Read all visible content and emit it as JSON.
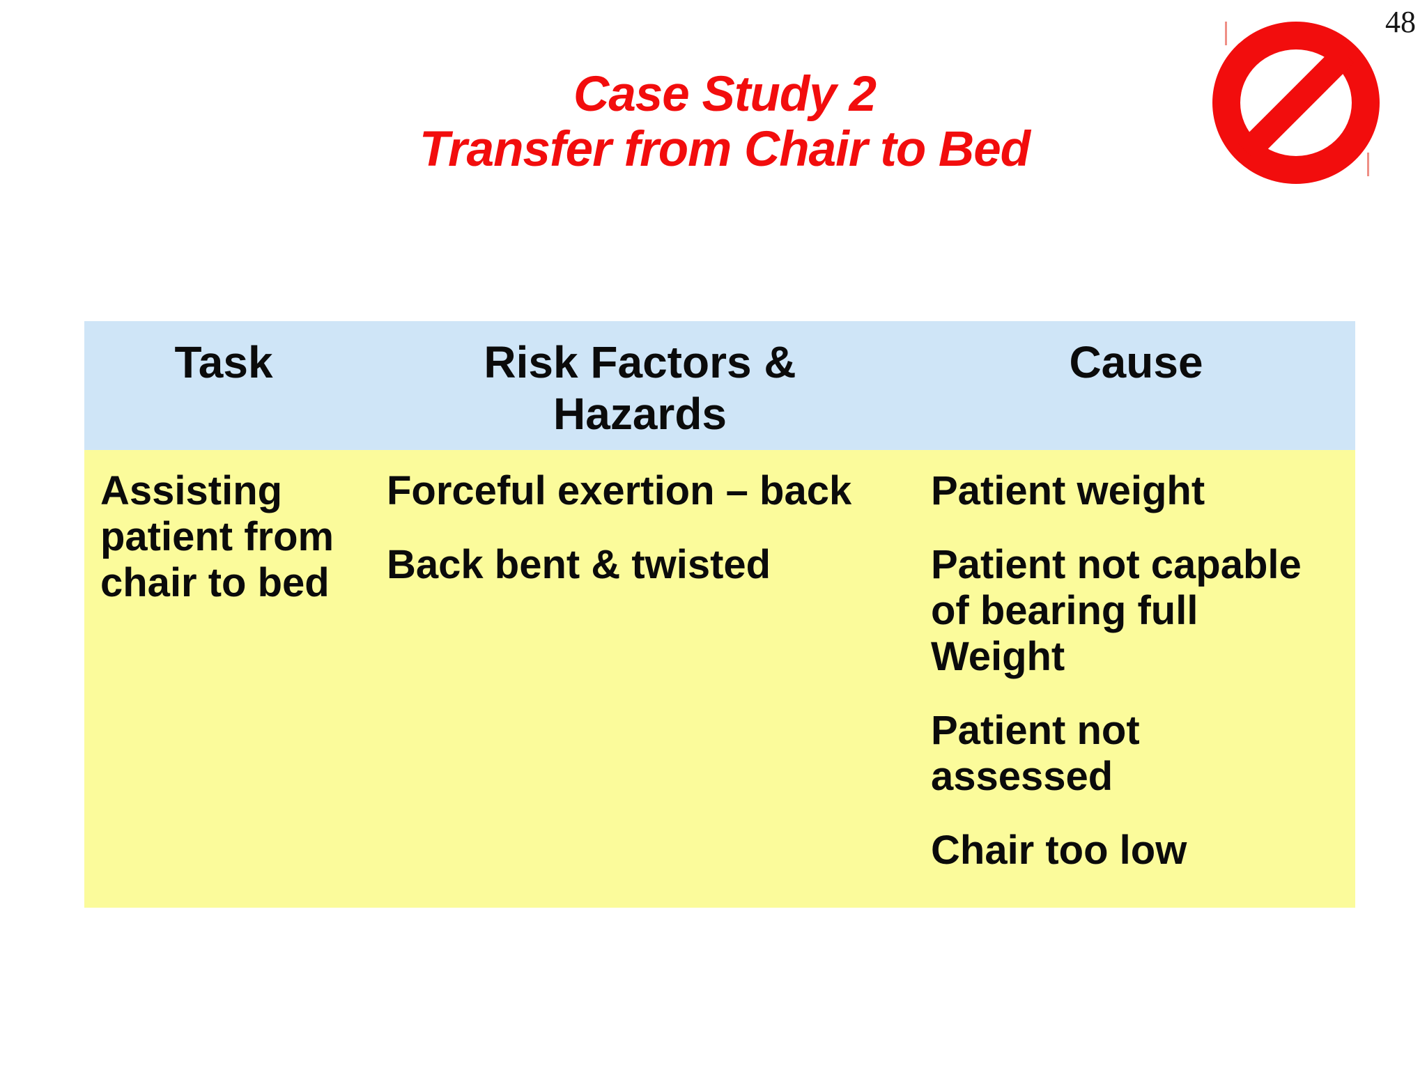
{
  "page": {
    "number": "48"
  },
  "title": {
    "line1": "Case Study 2",
    "line2": "Transfer from Chair to Bed",
    "color": "#f20d0d"
  },
  "no_sign": {
    "icon": "no-entry-prohibition-symbol",
    "color": "#f20d0d"
  },
  "table": {
    "header_bg": "#cfe5f7",
    "body_bg": "#fbfb9b",
    "columns": [
      {
        "header": "Task"
      },
      {
        "header": "Risk Factors &\nHazards"
      },
      {
        "header": "Cause"
      }
    ],
    "rows": [
      {
        "task": "Assisting\npatient from\nchair to bed",
        "risk_factors": [
          "Forceful exertion – back",
          "Back bent & twisted"
        ],
        "causes": [
          "Patient weight",
          "Patient not capable\nof bearing full\nWeight",
          "Patient not\nassessed",
          "Chair too low"
        ]
      }
    ]
  }
}
